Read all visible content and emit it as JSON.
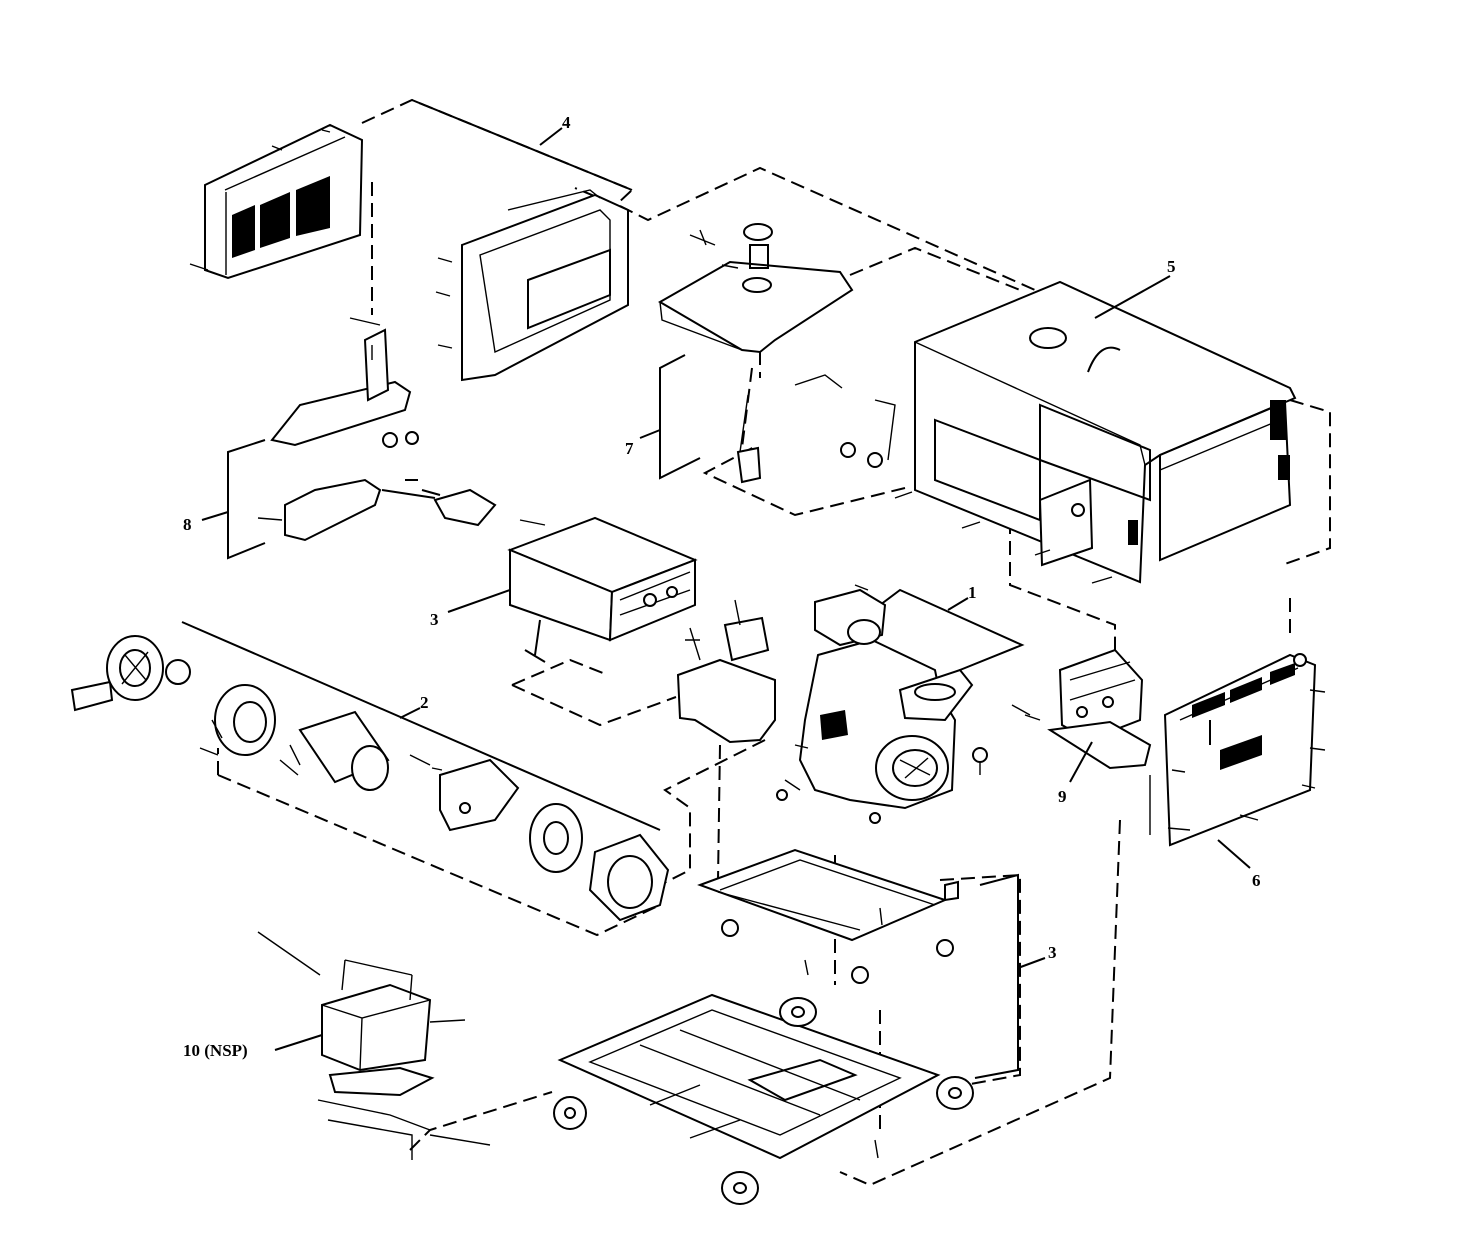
{
  "callouts": [
    {
      "id": "c1",
      "label": "1"
    },
    {
      "id": "c2",
      "label": "2"
    },
    {
      "id": "c3a",
      "label": "3"
    },
    {
      "id": "c3b",
      "label": "3"
    },
    {
      "id": "c4",
      "label": "4"
    },
    {
      "id": "c5",
      "label": "5"
    },
    {
      "id": "c6",
      "label": "6"
    },
    {
      "id": "c7",
      "label": "7"
    },
    {
      "id": "c8",
      "label": "8"
    },
    {
      "id": "c9",
      "label": "9"
    },
    {
      "id": "c10",
      "label": "10  (NSP)"
    }
  ],
  "colors": {
    "line": "#000000",
    "background": "#ffffff"
  }
}
